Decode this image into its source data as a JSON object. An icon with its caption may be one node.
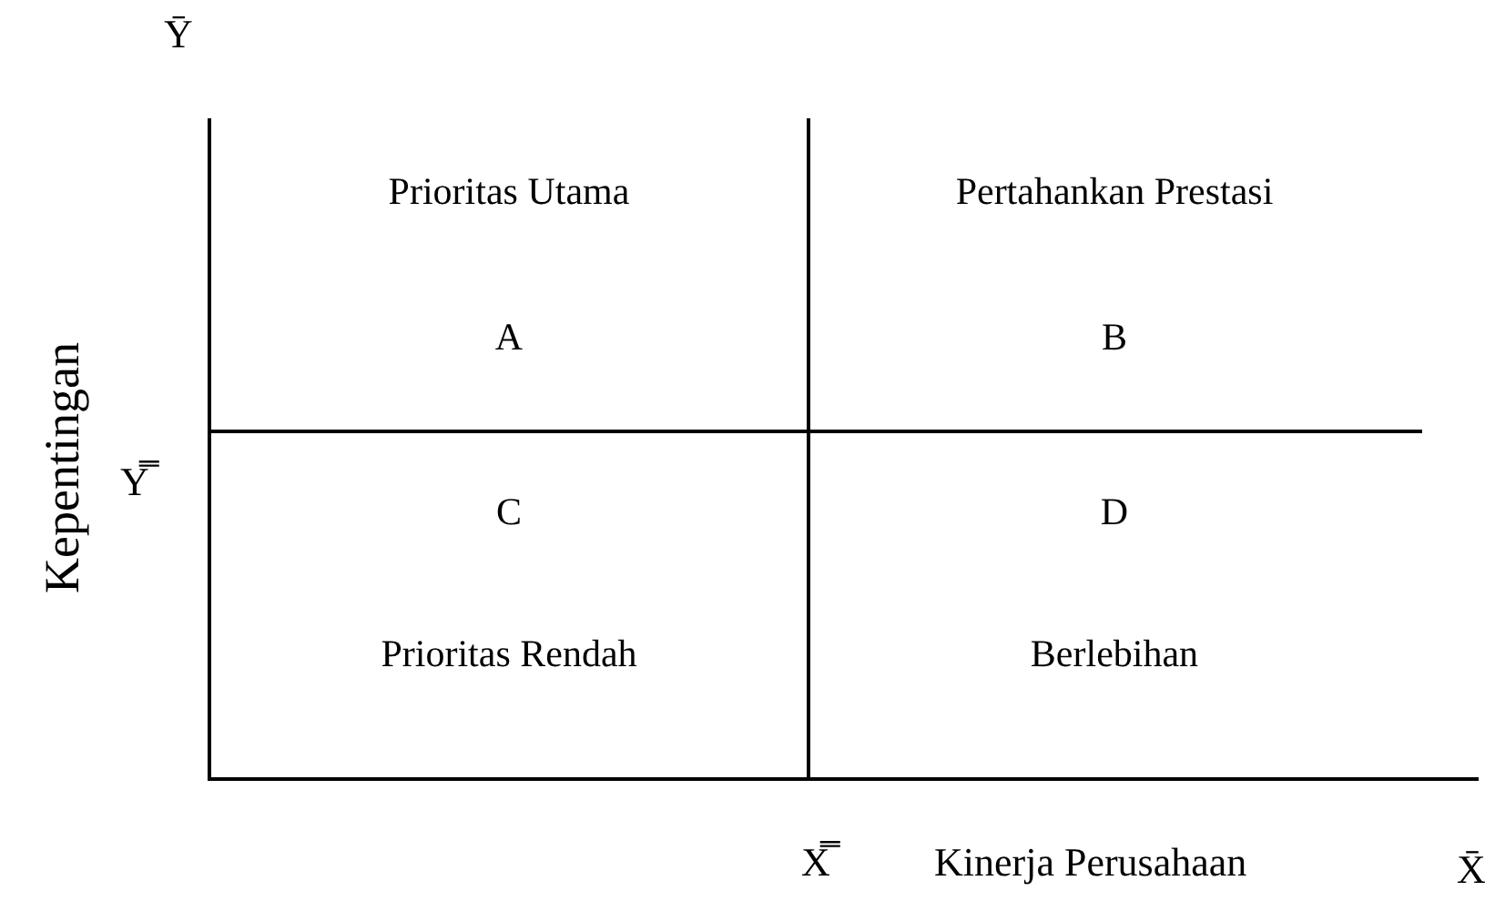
{
  "diagram": {
    "nodes": [
      {
        "text": [
          "Prioritas Utama",
          "A"
        ]
      },
      {
        "text": [
          "Pertahankan Prestasi",
          "B"
        ]
      },
      {
        "text": [
          "C",
          "Prioritas Rendah"
        ]
      },
      {
        "text": [
          "D",
          "Berlebihan"
        ]
      }
    ],
    "labels": [
      "Ȳ",
      "Kepentingan",
      "Y̿",
      "X̿",
      "Kinerja Perusahaan",
      "X̄"
    ]
  }
}
